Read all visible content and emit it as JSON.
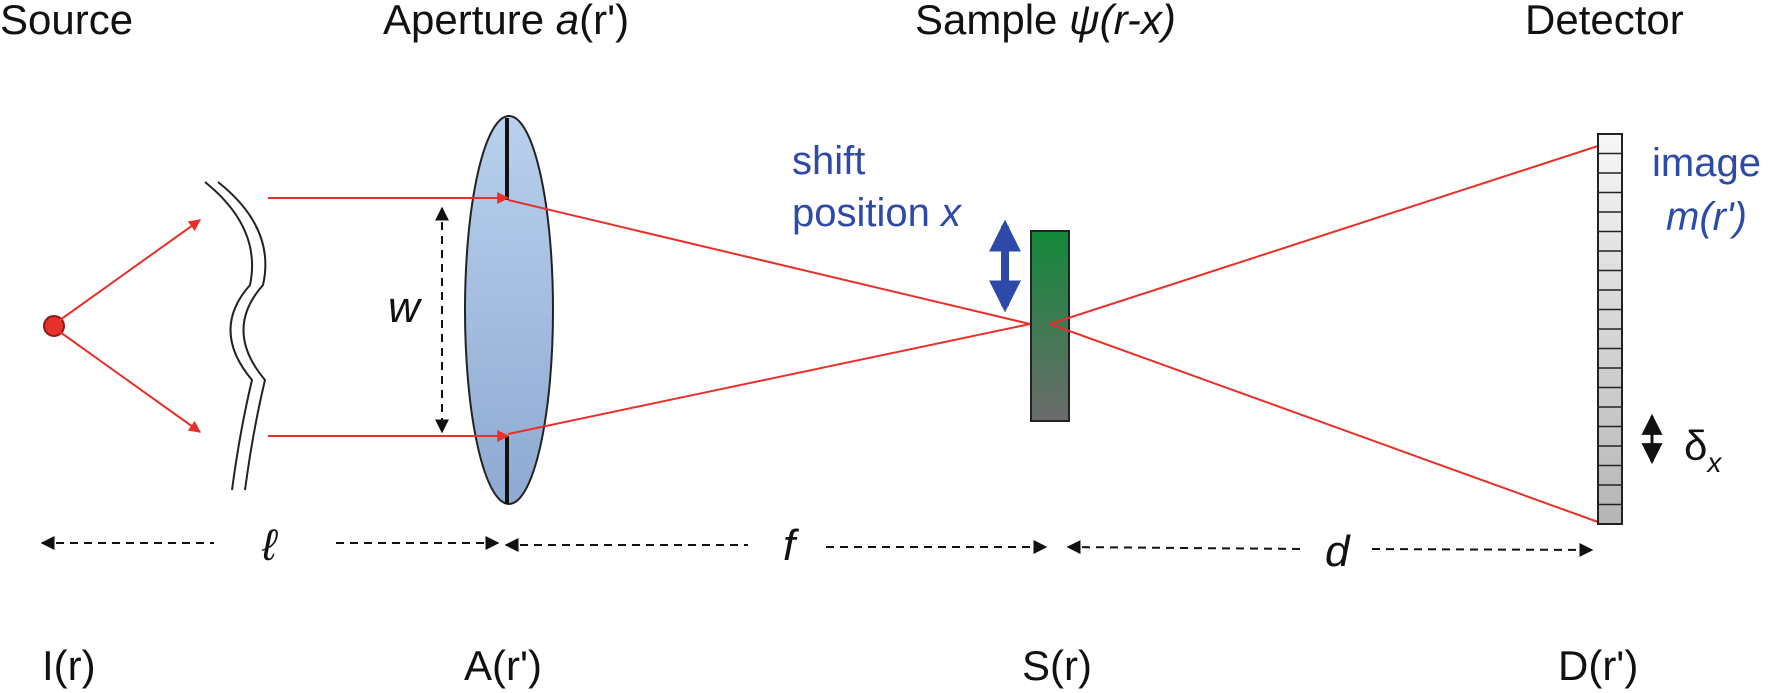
{
  "headers": {
    "source": "Source",
    "aperture_prefix": "Aperture ",
    "aperture_func": "a",
    "aperture_arg": "(r')",
    "sample_prefix": "Sample ",
    "sample_func": "ψ",
    "sample_arg": "(r-x)",
    "detector": "Detector"
  },
  "bottom_labels": {
    "source": "I(r)",
    "aperture": "A(r')",
    "sample": "S(r)",
    "detector": "D(r')"
  },
  "distances": {
    "source_to_aperture": "ℓ",
    "aperture_to_sample": "f",
    "sample_to_detector": "d"
  },
  "beam_width": "w",
  "shift": {
    "line1": "shift",
    "line2_prefix": "position ",
    "line2_var": "x"
  },
  "image": {
    "line1": "image",
    "line2": "m(r')"
  },
  "pixel_size": {
    "symbol": "δ",
    "subscript": "x"
  },
  "colors": {
    "ray": "#e8302a",
    "annotation": "#2e4aa8",
    "sample_top": "#138a3a",
    "sample_bottom": "#6a6a6a",
    "lens": "#a9c3e6"
  },
  "icons": {
    "source": "point-source-icon",
    "lens": "lens-icon",
    "sample": "sample-slab-icon",
    "detector": "detector-array-icon"
  }
}
